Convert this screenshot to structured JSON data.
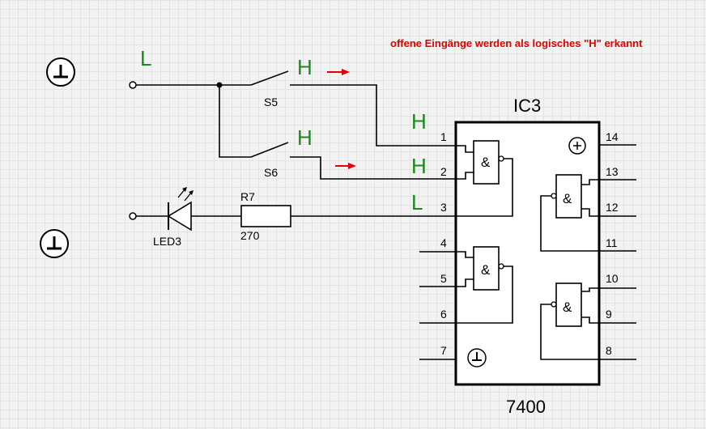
{
  "note": "offene Eingänge werden als logisches  \"H\" erkannt",
  "levels": {
    "input_low": "L",
    "s5_state": "H",
    "s6_state": "H",
    "pin1": "H",
    "pin2": "H",
    "pin3": "L"
  },
  "components": {
    "switch1": "S5",
    "switch2": "S6",
    "resistor": "R7",
    "resistor_value": "270",
    "led": "LED3",
    "ic": "IC3",
    "ic_part": "7400",
    "gate_symbol": "&"
  },
  "pins": [
    "1",
    "2",
    "3",
    "4",
    "5",
    "6",
    "7",
    "8",
    "9",
    "10",
    "11",
    "12",
    "13",
    "14"
  ],
  "colors": {
    "level": "#1a8a1a",
    "note": "#e00000",
    "wire": "#000000"
  }
}
